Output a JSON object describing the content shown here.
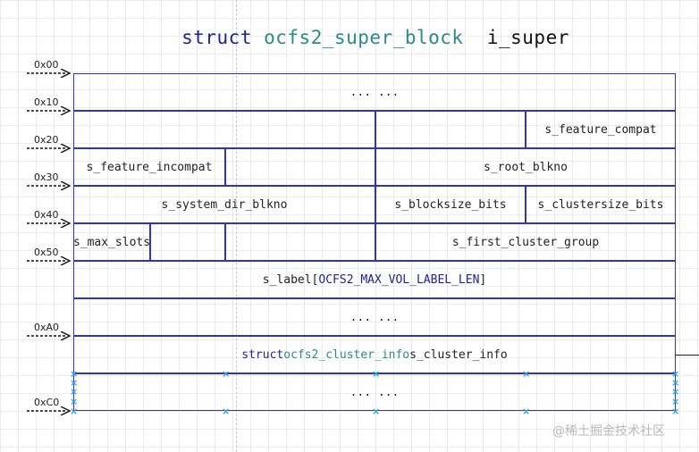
{
  "title": {
    "keyword": "struct",
    "type": "ocfs2_super_block",
    "name": "i_super"
  },
  "offsets": [
    "0x00",
    "0x10",
    "0x20",
    "0x30",
    "0x40",
    "0x50",
    "0xA0",
    "0xC0"
  ],
  "rows": [
    {
      "cells": [
        {
          "text": "... ..."
        }
      ]
    },
    {
      "cells": [
        {
          "text": ""
        },
        {
          "text": ""
        },
        {
          "text": "s_feature_compat"
        }
      ]
    },
    {
      "cells": [
        {
          "text": "s_feature_incompat"
        },
        {
          "text": ""
        },
        {
          "text": "s_root_blkno"
        }
      ]
    },
    {
      "cells": [
        {
          "text": "s_system_dir_blkno"
        },
        {
          "text": "s_blocksize_bits"
        },
        {
          "text": "s_clustersize_bits"
        }
      ]
    },
    {
      "cells": [
        {
          "text": "s_max_slots"
        },
        {
          "text": ""
        },
        {
          "text": ""
        },
        {
          "text": "s_first_cluster_group"
        }
      ]
    },
    {
      "cells": [
        {
          "field": "s_label[",
          "macro": "OCFS2_MAX_VOL_LABEL_LEN",
          "close": "]"
        }
      ]
    },
    {
      "cells": [
        {
          "text": "... ..."
        }
      ]
    },
    {
      "cells": [
        {
          "keyword": "struct",
          "type": "ocfs2_cluster_info",
          "name": "s_cluster_info"
        }
      ]
    },
    {
      "cells": [
        {
          "text": "... ..."
        }
      ]
    }
  ],
  "colors": {
    "border": "#2b35c9",
    "keyword": "#1f1f9e",
    "type": "#2b8a8a",
    "marker": "#2aa7ea"
  },
  "watermark": "@稀土掘金技术社区"
}
